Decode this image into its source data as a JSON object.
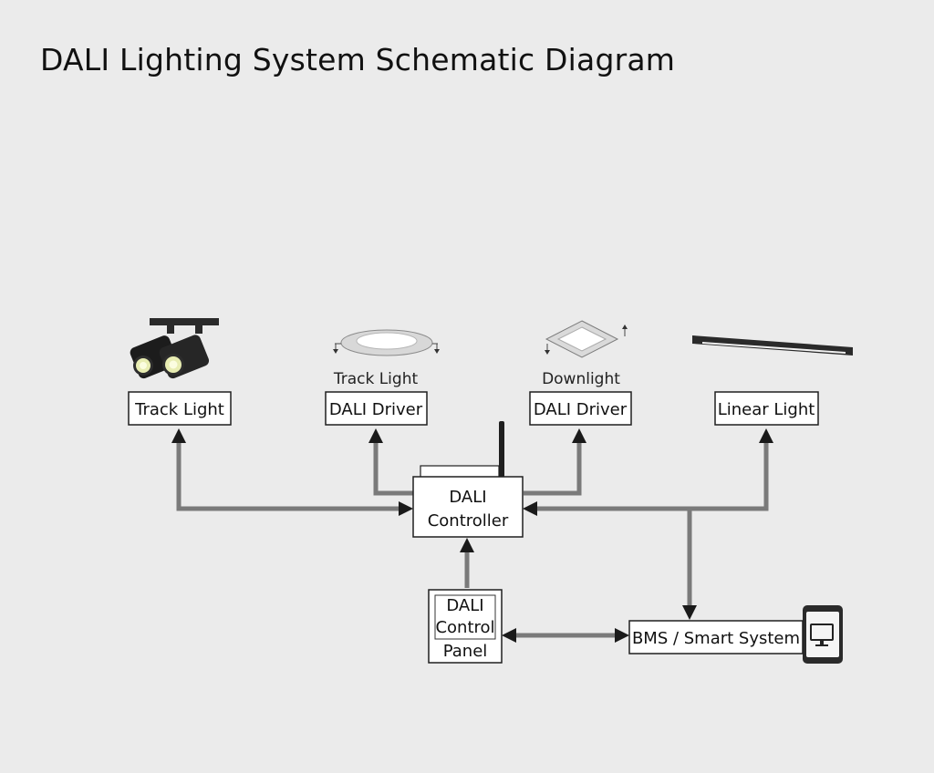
{
  "title": "DALI Lighting System Schematic Diagram",
  "fixtures": {
    "track": {
      "box_label": "Track Light",
      "icon": "track-spotlight-icon"
    },
    "panel_light": {
      "caption": "Track Light",
      "box_label": "DALI Driver",
      "icon": "round-panel-light-icon"
    },
    "downlight": {
      "caption": "Downlight",
      "box_label": "DALI Driver",
      "icon": "square-panel-light-icon"
    },
    "linear": {
      "box_label": "Linear Light",
      "icon": "linear-light-icon"
    }
  },
  "controller": {
    "line1": "DALI",
    "line2": "Controller",
    "icon": "antenna-icon"
  },
  "control_panel": {
    "line1": "DALI",
    "line2": "Control",
    "line3": "Panel"
  },
  "bms": {
    "label": "BMS / Smart System",
    "icon": "tablet-icon"
  },
  "colors": {
    "background": "#ebebeb",
    "wire": "#7a7a7a",
    "box_border": "#1f1f1f",
    "arrow": "#1a1a1a"
  }
}
